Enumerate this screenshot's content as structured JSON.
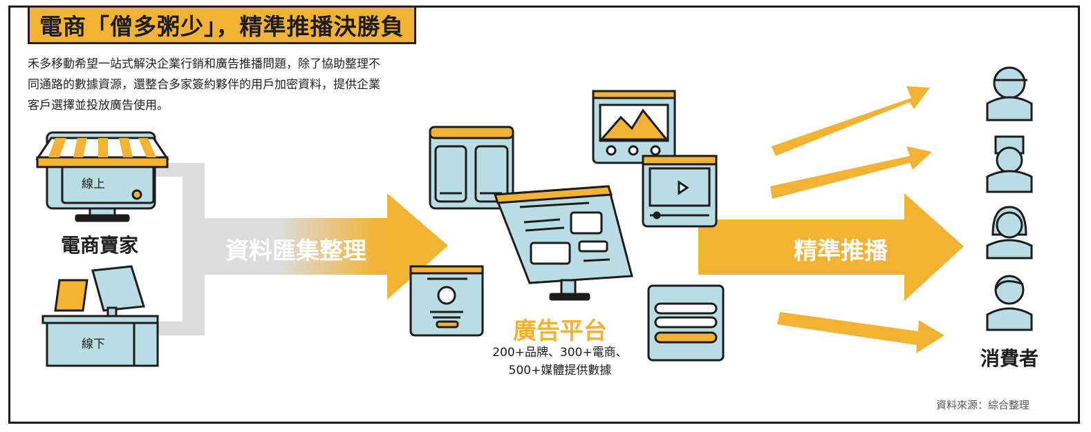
{
  "title": "電商「僧多粥少」，精準推播決勝負",
  "description_lines": [
    "禾多移動希望一站式解決企業行銷和廣告推播問題，除了協助整理不",
    "同通路的數據資源，還整合多家簽約夥伴的用戶加密資料，提供企業",
    "客戶選擇並投放廣告使用。"
  ],
  "seller": {
    "label": "電商賣家",
    "online_label": "線上",
    "offline_label": "線下"
  },
  "flow_collect_label": "資料匯集整理",
  "platform": {
    "label": "廣告平台",
    "desc_lines": [
      "200+品牌、300+電商、",
      "500+媒體提供數據"
    ]
  },
  "flow_push_label": "精準推播",
  "consumer_label": "消費者",
  "source": "資料來源：綜合整理",
  "colors": {
    "accent": "#f2b233",
    "screen": "#b9dde3",
    "outline": "#1c1c1c",
    "connector": "#dcdcdc"
  }
}
